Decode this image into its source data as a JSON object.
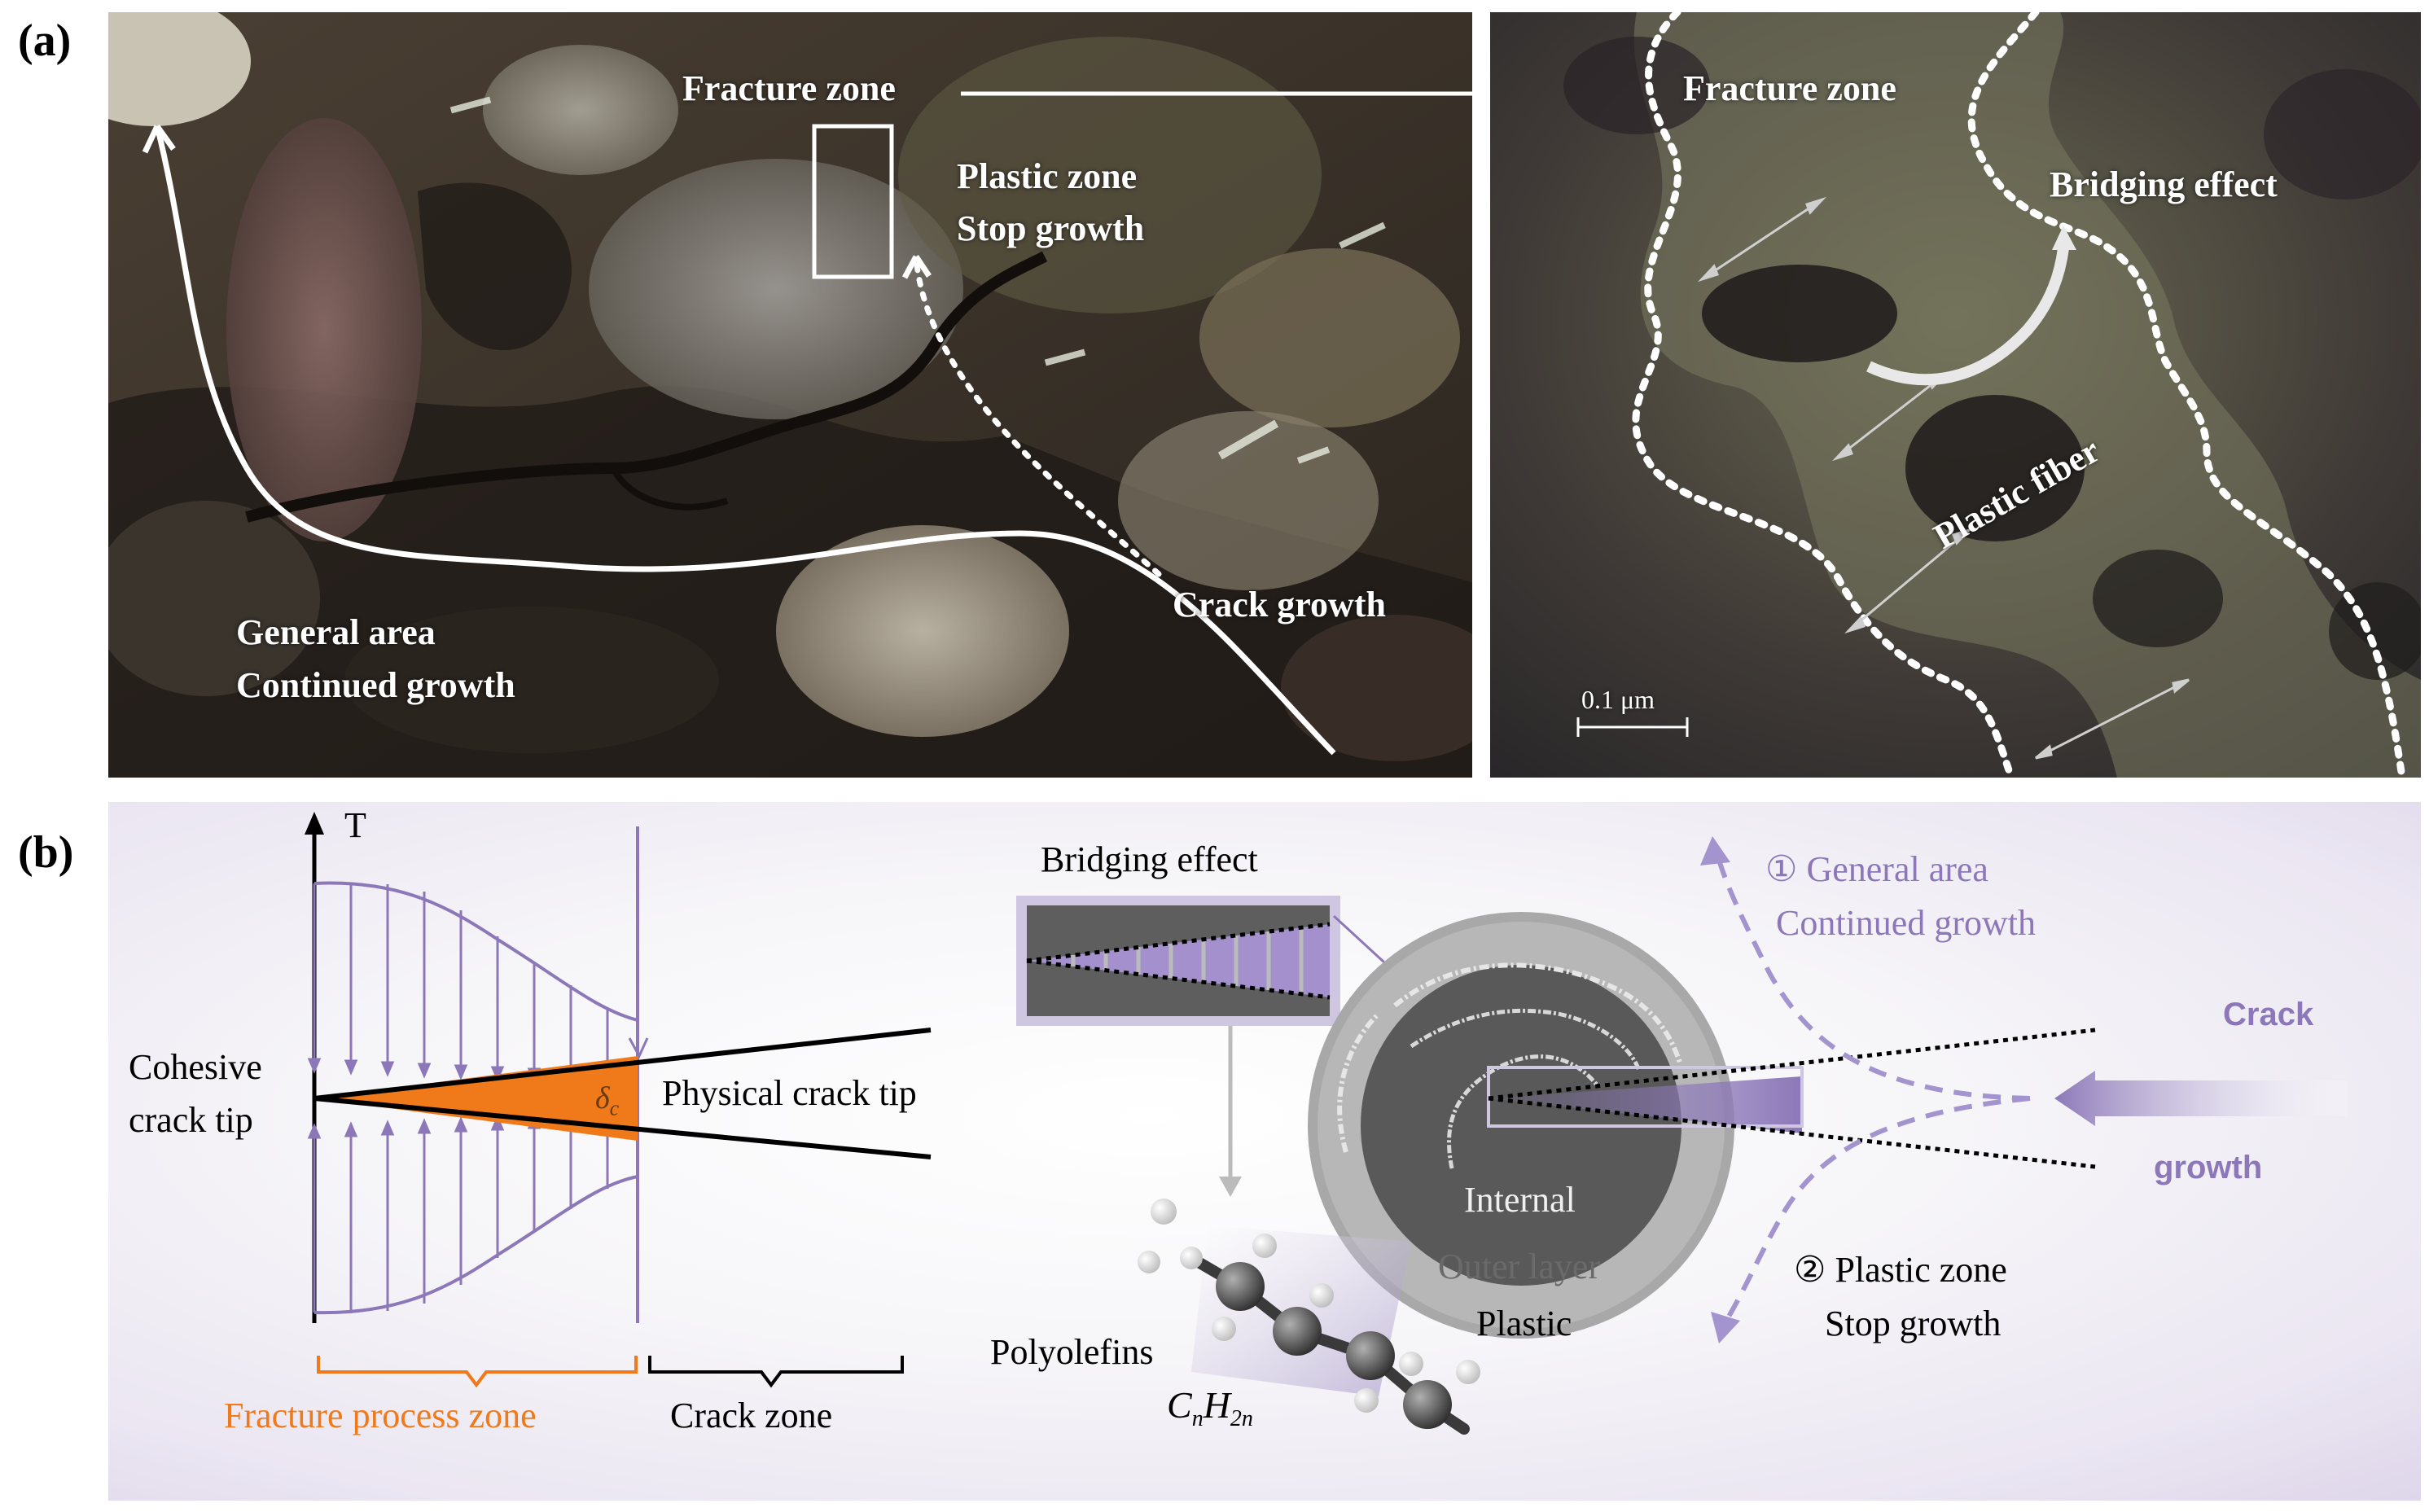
{
  "panel_a": {
    "label": "(a)",
    "left_photo": {
      "fracture_zone": "Fracture zone",
      "plastic_zone": "Plastic zone",
      "stop_growth": "Stop growth",
      "crack_growth": "Crack growth",
      "general_area": "General area",
      "continued_growth": "Continued growth"
    },
    "right_photo": {
      "fracture_zone": "Fracture zone",
      "bridging_effect": "Bridging effect",
      "plastic_fiber": "Plastic fiber",
      "scale_bar": "0.1 μm"
    }
  },
  "panel_b": {
    "label": "(b)",
    "axis_T": "T",
    "cohesive_crack_tip": [
      "Cohesive",
      "crack tip"
    ],
    "delta": "δ",
    "delta_sub": "c",
    "physical_crack_tip": "Physical crack tip",
    "fracture_process_zone": "Fracture process zone",
    "crack_zone": "Crack zone",
    "bridging_effect": "Bridging effect",
    "polyolefins": "Polyolefins",
    "formula": {
      "C": "C",
      "n1": "n",
      "H": "H",
      "n2": "2n"
    },
    "internal": "Internal",
    "outer_layer": "Outer layer",
    "plastic": "Plastic",
    "general_area_num": "①",
    "general_area": "General area",
    "continued_growth": "Continued growth",
    "plastic_zone_num": "②",
    "plastic_zone": "Plastic zone",
    "stop_growth": "Stop growth",
    "crack": "Crack",
    "growth": "growth"
  },
  "colors": {
    "purple": "#8c78b8",
    "orange": "#f07a1a",
    "dark_gray": "#555555"
  }
}
